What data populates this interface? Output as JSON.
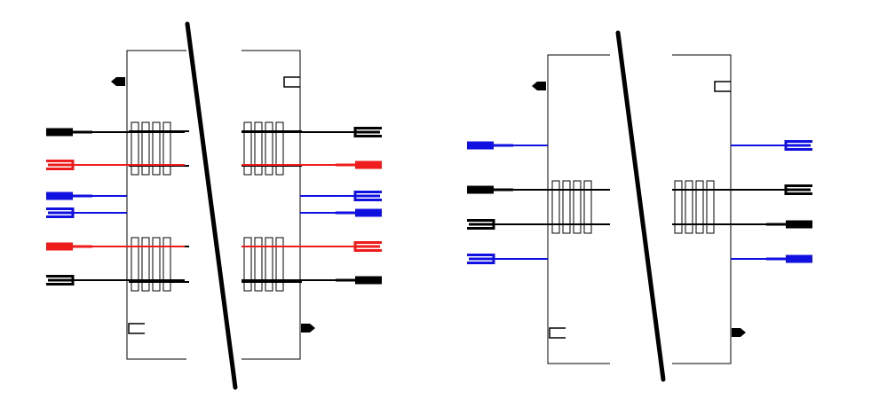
{
  "diagram": {
    "description_visible_text": "",
    "colors": {
      "black": "#000000",
      "red": "#ee1c1c",
      "blue": "#1010e0",
      "background": "#ffffff"
    },
    "panels": [
      {
        "id": "left-panel",
        "left_block": {
          "connector_wires": [
            "black",
            "red",
            "blue",
            "blue",
            "red",
            "black"
          ],
          "connector_types": [
            "male",
            "female",
            "male",
            "female",
            "male",
            "female"
          ]
        },
        "right_block": {
          "connector_wires": [
            "black",
            "red",
            "blue",
            "blue",
            "red",
            "black"
          ],
          "connector_types": [
            "female",
            "male",
            "female",
            "male",
            "female",
            "male"
          ]
        },
        "rail_groups": 2
      },
      {
        "id": "right-panel",
        "left_block": {
          "connector_wires": [
            "blue",
            "black",
            "black",
            "blue"
          ],
          "connector_types": [
            "male",
            "male",
            "female",
            "female"
          ]
        },
        "right_block": {
          "connector_wires": [
            "blue",
            "black",
            "black",
            "blue"
          ],
          "connector_types": [
            "female",
            "female",
            "male",
            "male"
          ]
        },
        "rail_groups": 1
      }
    ],
    "icons": [
      "pentagon-pointer-icon",
      "open-slot-icon"
    ]
  }
}
